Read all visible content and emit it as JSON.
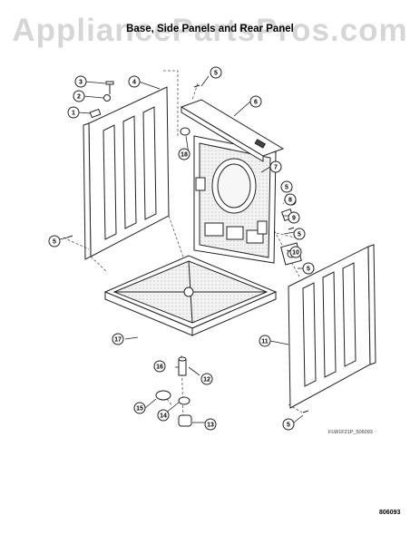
{
  "watermark": "AppliancePartsPros.com",
  "title": "Base, Side Panels and Rear Panel",
  "figure_code": "FLW1F21P_506093",
  "page_code": "806093",
  "callouts": [
    "1",
    "2",
    "3",
    "4",
    "5",
    "5",
    "5",
    "5",
    "5",
    "5",
    "6",
    "7",
    "8",
    "9",
    "10",
    "11",
    "12",
    "13",
    "14",
    "15",
    "16",
    "17",
    "18"
  ]
}
